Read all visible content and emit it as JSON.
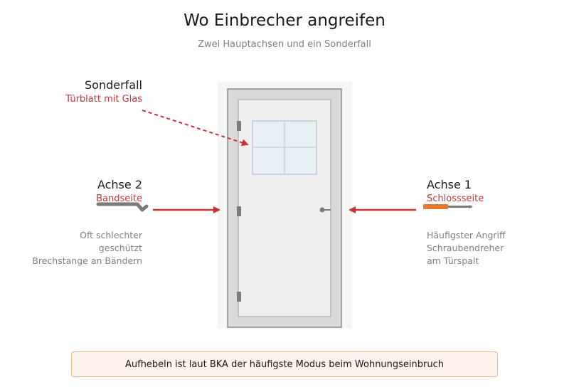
{
  "title": "Wo Einbrecher angreifen",
  "subtitle": "Zwei Hauptachsen und ein Sonderfall",
  "special": {
    "title": "Sonderfall",
    "subtitle": "Türblatt mit Glas"
  },
  "axis2": {
    "title": "Achse 2",
    "subtitle": "Bandseite",
    "lines": [
      "Oft schlechter",
      "geschützt",
      "Brechstange an Bändern"
    ]
  },
  "axis1": {
    "title": "Achse 1",
    "subtitle": "Schlossseite",
    "lines": [
      "Häufigster Angriff",
      "Schraubendreher",
      "am Türspalt"
    ]
  },
  "footer": "Aufhebeln ist laut BKA der häufigste Modus beim Wohnungseinbruch",
  "colors": {
    "arrow": "#c83232",
    "accent_label": "#c0393b",
    "screwdriver_handle": "#e8772e",
    "tool_gray": "#7a7a7a",
    "footer_border": "#e8b68f",
    "footer_bg": "#fdf3ec"
  },
  "icons": {
    "left_tool": "crowbar-icon",
    "right_tool": "screwdriver-icon"
  }
}
